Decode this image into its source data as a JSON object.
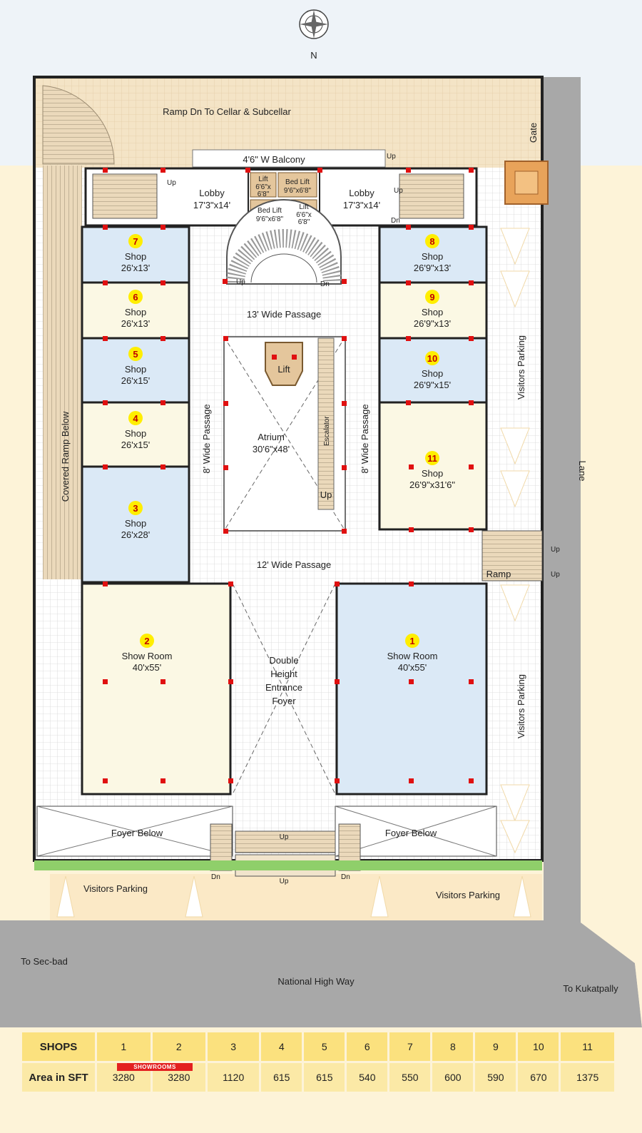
{
  "compass": {
    "north_label": "N"
  },
  "top": {
    "ramp_label": "Ramp Dn To Cellar & Subcellar",
    "balcony_label": "4'6\" W  Balcony",
    "gate_label": "Gate",
    "up_label": "Up"
  },
  "lobby_left": {
    "name": "Lobby",
    "size": "17'3\"x14'"
  },
  "lobby_right": {
    "name": "Lobby",
    "size": "17'3\"x14'"
  },
  "lifts": [
    {
      "name": "Lift",
      "size1": "6'6\"x",
      "size2": "6'8\""
    },
    {
      "name": "Bed Lift",
      "size1": "9'6\"x6'8\"",
      "size2": ""
    },
    {
      "name": "Bed Lift",
      "size1": "9'6\"x6'8\"",
      "size2": ""
    },
    {
      "name": "Lift",
      "size1": "6'6\"x",
      "size2": "6'8\""
    }
  ],
  "stair_labels": {
    "up": "Up",
    "dn": "Dn"
  },
  "shops": [
    {
      "no": "7",
      "name": "Shop",
      "size": "26'x13'"
    },
    {
      "no": "6",
      "name": "Shop",
      "size": "26'x13'"
    },
    {
      "no": "5",
      "name": "Shop",
      "size": "26'x15'"
    },
    {
      "no": "4",
      "name": "Shop",
      "size": "26'x15'"
    },
    {
      "no": "3",
      "name": "Shop",
      "size": "26'x28'"
    },
    {
      "no": "8",
      "name": "Shop",
      "size": "26'9\"x13'"
    },
    {
      "no": "9",
      "name": "Shop",
      "size": "26'9\"x13'"
    },
    {
      "no": "10",
      "name": "Shop",
      "size": "26'9\"x15'"
    },
    {
      "no": "11",
      "name": "Shop",
      "size": "26'9\"x31'6\""
    }
  ],
  "showrooms": [
    {
      "no": "2",
      "name": "Show Room",
      "size": "40'x55'"
    },
    {
      "no": "1",
      "name": "Show Room",
      "size": "40'x55'"
    }
  ],
  "passages": {
    "p13": "13' Wide Passage",
    "p8": "8' Wide Passage",
    "p12": "12' Wide Passage"
  },
  "atrium": {
    "name": "Atrium",
    "size": "30'6\"x48'",
    "lift": "Lift",
    "escalator": "Escalator",
    "up": "Up"
  },
  "foyer": {
    "line1": "Double",
    "line2": "Height",
    "line3": "Entrance",
    "line4": "Foyer",
    "below": "Foyer Below"
  },
  "side": {
    "covered_ramp": "Covered Ramp Below",
    "visitors_parking": "Visitors  Parking",
    "lane": "Lane",
    "ramp": "Ramp",
    "up": "Up"
  },
  "bottom": {
    "visitors_parking": "Visitors  Parking",
    "highway": "National  High  Way",
    "to_secbad": "To Sec-bad",
    "to_kukatpally": "To Kukatpally",
    "up": "Up",
    "dn": "Dn"
  },
  "area_table": {
    "row1_header": "SHOPS",
    "row2_header": "Area in SFT",
    "showrooms_badge": "SHOWROOMS",
    "shop_numbers": [
      "1",
      "2",
      "3",
      "4",
      "5",
      "6",
      "7",
      "8",
      "9",
      "10",
      "11"
    ],
    "areas": [
      "3280",
      "3280",
      "1120",
      "615",
      "615",
      "540",
      "550",
      "600",
      "590",
      "670",
      "1375"
    ]
  },
  "colors": {
    "shop_blue": "#dbe9f6",
    "shop_cream": "#fbf8e4",
    "highlight": "#ffee00",
    "column": "#e01010",
    "road": "#a8a8a8",
    "grass": "#8fcf6a"
  }
}
